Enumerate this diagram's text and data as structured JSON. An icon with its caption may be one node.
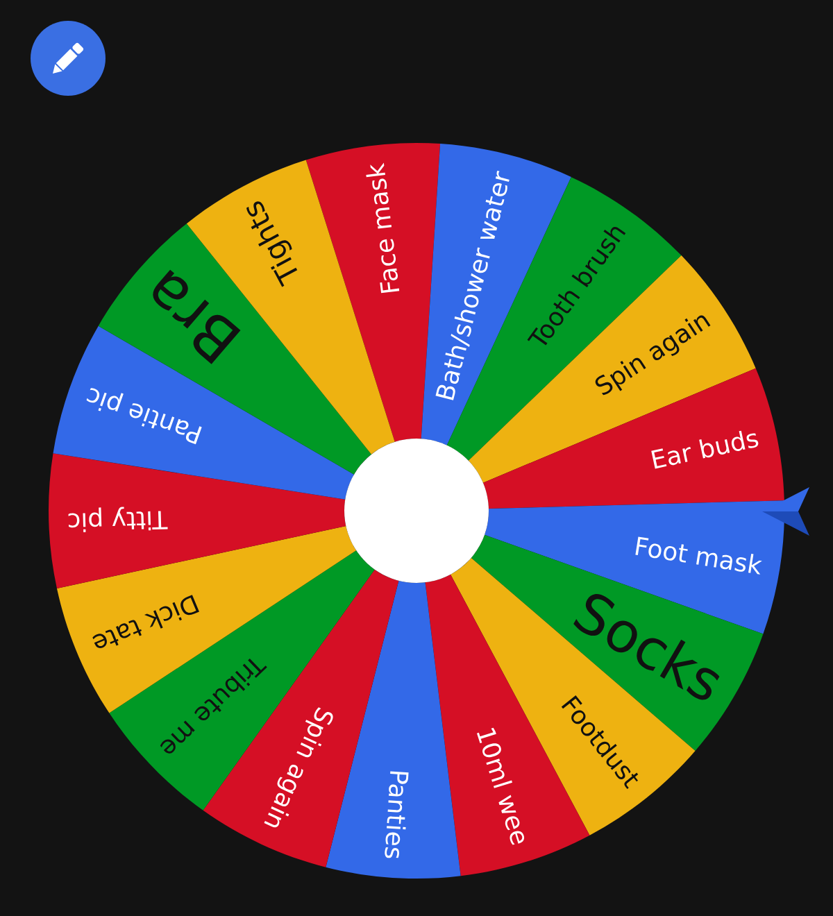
{
  "diagram": {
    "nodes": [
      {
        "text": [
          "Face mask"
        ]
      },
      {
        "text": [
          "Bath/shower water"
        ]
      },
      {
        "text": [
          "Tooth brush"
        ]
      },
      {
        "text": [
          "Spin again"
        ]
      },
      {
        "text": [
          "Ear buds"
        ]
      },
      {
        "text": [
          "Foot mask"
        ]
      },
      {
        "text": [
          "Socks"
        ]
      },
      {
        "text": [
          "Footdust"
        ]
      },
      {
        "text": [
          "10ml wee"
        ]
      },
      {
        "text": [
          "Panties"
        ]
      },
      {
        "text": [
          "Spin again"
        ]
      },
      {
        "text": [
          "Tribute me"
        ]
      },
      {
        "text": [
          "Dick tate"
        ]
      },
      {
        "text": [
          "Titty pic"
        ]
      },
      {
        "text": [
          "Pantie pic"
        ]
      },
      {
        "text": [
          "Bra"
        ]
      },
      {
        "text": [
          "Tights"
        ]
      },
      {
        "text": [],
        "shape": "circle"
      }
    ]
  }
}
